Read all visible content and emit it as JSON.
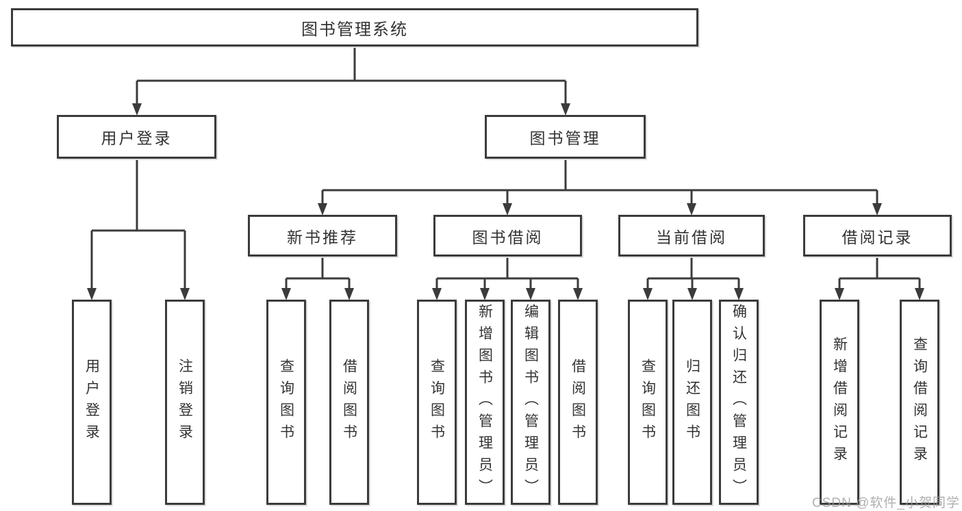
{
  "tree": {
    "label": "图书管理系统",
    "children": [
      {
        "label": "用户登录",
        "children": [
          {
            "label": "用户登录"
          },
          {
            "label": "注销登录"
          }
        ]
      },
      {
        "label": "图书管理",
        "children": [
          {
            "label": "新书推荐",
            "children": [
              {
                "label": "查询图书"
              },
              {
                "label": "借阅图书"
              }
            ]
          },
          {
            "label": "图书借阅",
            "children": [
              {
                "label": "查询图书"
              },
              {
                "label": "新增图书（管理员）"
              },
              {
                "label": "编辑图书（管理员）"
              },
              {
                "label": "借阅图书"
              }
            ]
          },
          {
            "label": "当前借阅",
            "children": [
              {
                "label": "查询图书"
              },
              {
                "label": "归还图书"
              },
              {
                "label": "确认归还（管理员）"
              }
            ]
          },
          {
            "label": "借阅记录",
            "children": [
              {
                "label": "新增借阅记录"
              },
              {
                "label": "查询借阅记录"
              }
            ]
          }
        ]
      }
    ]
  },
  "watermark": {
    "text": "CSDN @软件_小贺同学"
  },
  "colors": {
    "line": "#3b3b3b",
    "box_border": "#3b3b3b",
    "text": "#333333",
    "watermark": "#9b9b9b",
    "background": "#ffffff"
  }
}
